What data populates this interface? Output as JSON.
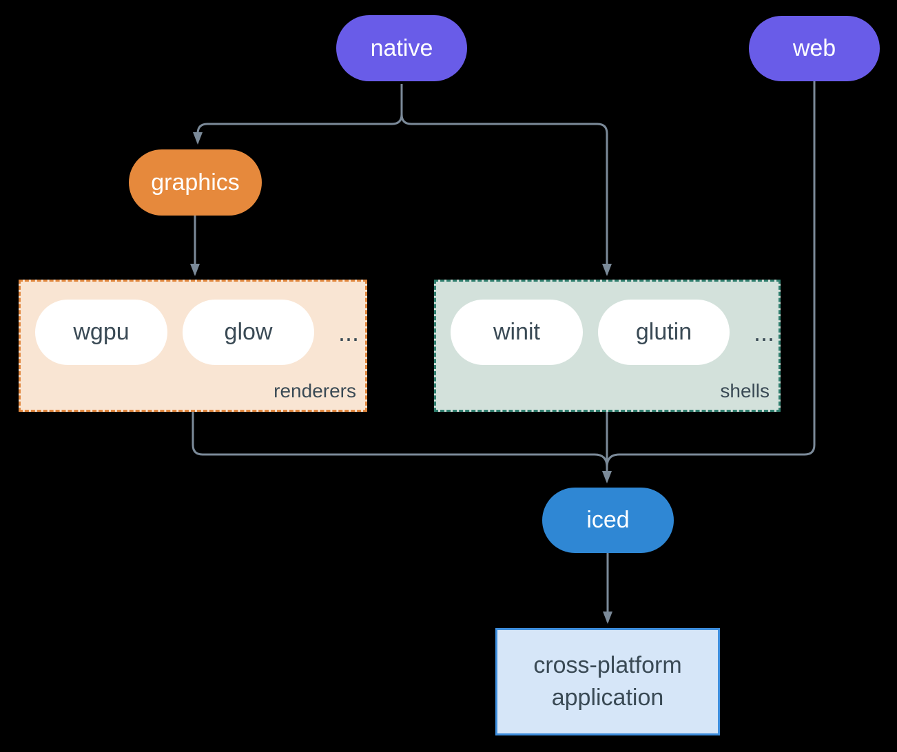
{
  "diagram": {
    "background": "#000000",
    "connector_color": "#7b8a99",
    "nodes": {
      "native": {
        "label": "native",
        "fill": "#695ce8",
        "text_color": "#ffffff"
      },
      "web": {
        "label": "web",
        "fill": "#695ce8",
        "text_color": "#ffffff"
      },
      "graphics": {
        "label": "graphics",
        "fill": "#e6893c",
        "text_color": "#ffffff"
      },
      "iced": {
        "label": "iced",
        "fill": "#2f87d4",
        "text_color": "#ffffff"
      },
      "application": {
        "label_lines": [
          "cross-platform",
          "application"
        ],
        "fill": "#d6e6f8",
        "border": "#3e8edd",
        "text_color": "#3a4a55"
      }
    },
    "groups": {
      "renderers": {
        "label": "renderers",
        "fill": "#f9e5d3",
        "border": "#e1873e",
        "items": [
          "wgpu",
          "glow"
        ],
        "ellipsis": "...",
        "item_fill": "#ffffff",
        "item_text_color": "#3a4a55"
      },
      "shells": {
        "label": "shells",
        "fill": "#d3e1db",
        "border": "#2f7e6e",
        "items": [
          "winit",
          "glutin"
        ],
        "ellipsis": "...",
        "item_fill": "#ffffff",
        "item_text_color": "#3a4a55"
      }
    }
  }
}
